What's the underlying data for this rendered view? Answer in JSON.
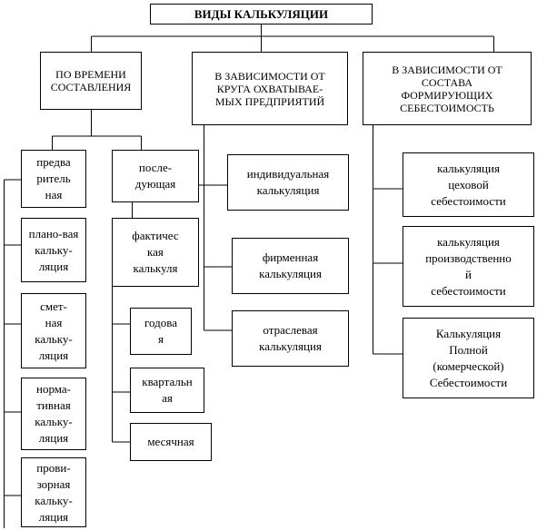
{
  "title": "ВИДЫ КАЛЬКУЛЯЦИИ",
  "groups": {
    "by_time": "ПО ВРЕМЕНИ\nСОСТАВЛЕНИЯ",
    "by_scope": "В ЗАВИСИМОСТИ ОТ\nКРУГА ОХВАТЫВАЕ-\nМЫХ ПРЕДПРИЯТИЙ",
    "by_composition": "В ЗАВИСИМОСТИ ОТ\nСОСТАВА\nФОРМИРУЮЩИХ\nСЕБЕСТОИМОСТЬ"
  },
  "time_types": {
    "preliminary": "предва\nритель\nная",
    "subsequent": "после-\nдующая"
  },
  "preliminary_items": {
    "planned": "плано-вая\nкальку-\nляция",
    "estimate": "смет-\nная\nкальку-\nляция",
    "normative": "норма-\nтивная\nкальку-\nляция",
    "provisional": "прови-\nзорная\nкальку-\nляция"
  },
  "subsequent_items": {
    "actual": "фактичес\nкая\nкалькуля",
    "annual": "годова\nя",
    "quarterly": "квартальн\nая",
    "monthly": "месячная"
  },
  "scope_items": {
    "individual": "индивидуальная\nкалькуляция",
    "firm": "фирменная\nкалькуляция",
    "industry": "отраслевая\nкалькуляция"
  },
  "composition_items": {
    "shop": "калькуляция\nцеховой\nсебестоимости",
    "production": "калькуляция\nпроизводственно\nй\nсебестоимости",
    "full": "Калькуляция\nПолной\n(комерческой)\nСебестоимости"
  }
}
